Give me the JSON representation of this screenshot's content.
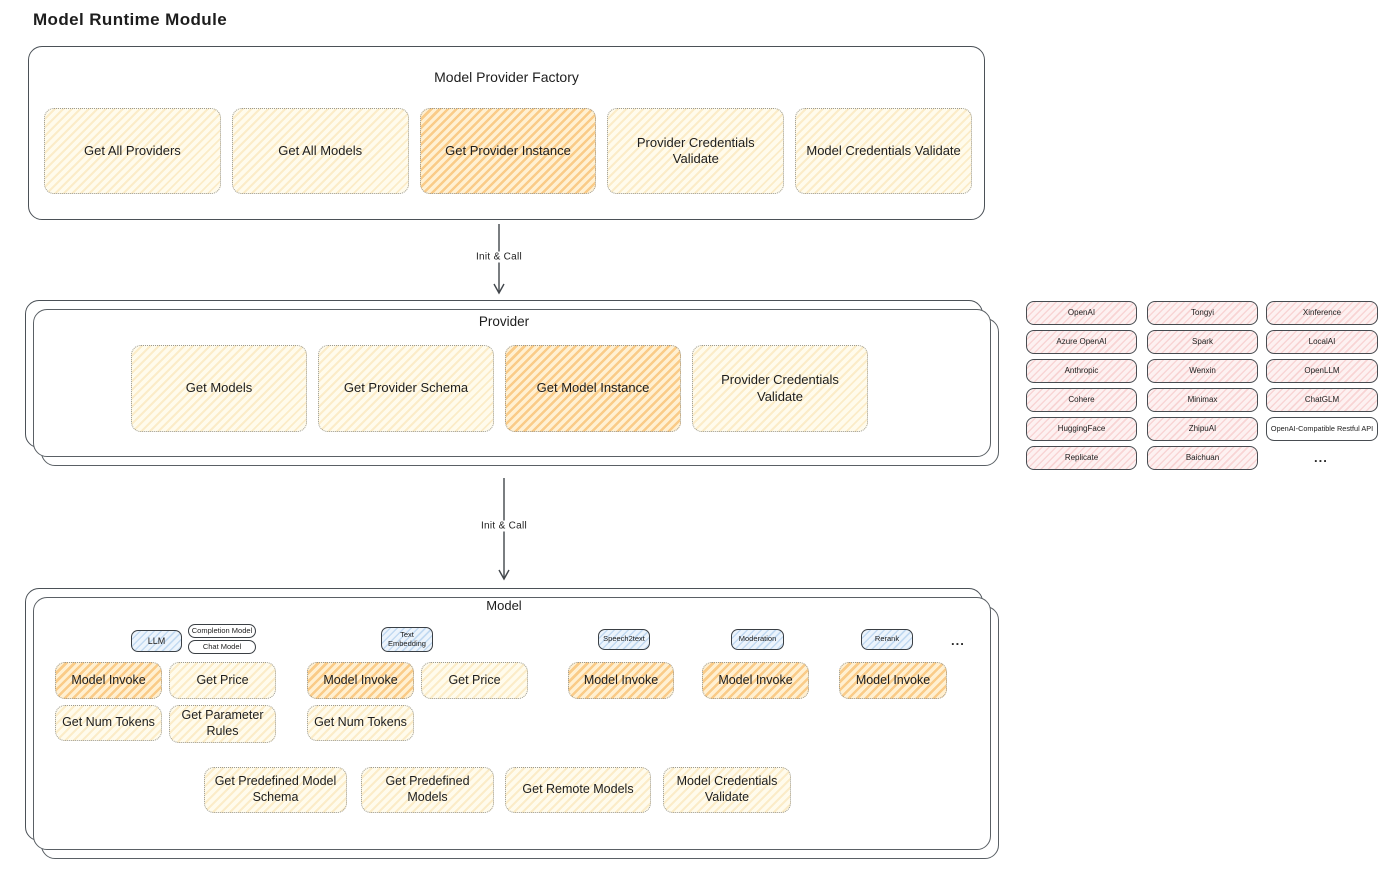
{
  "page": {
    "title": "Model Runtime Module"
  },
  "factory": {
    "title": "Model Provider Factory",
    "buttons": [
      {
        "label": "Get All Providers",
        "highlight": false
      },
      {
        "label": "Get All Models",
        "highlight": false
      },
      {
        "label": "Get Provider Instance",
        "highlight": true
      },
      {
        "label": "Provider Credentials Validate",
        "highlight": false
      },
      {
        "label": "Model Credentials Validate",
        "highlight": false
      }
    ]
  },
  "arrows": {
    "first": "Init & Call",
    "second": "Init & Call"
  },
  "provider": {
    "title": "Provider",
    "buttons": [
      {
        "label": "Get Models",
        "highlight": false
      },
      {
        "label": "Get Provider Schema",
        "highlight": false
      },
      {
        "label": "Get Model Instance",
        "highlight": true
      },
      {
        "label": "Provider Credentials Validate",
        "highlight": false
      }
    ]
  },
  "providers_grid": {
    "columns": [
      [
        "OpenAI",
        "Azure OpenAI",
        "Anthropic",
        "Cohere",
        "HuggingFace",
        "Replicate"
      ],
      [
        "Tongyi",
        "Spark",
        "Wenxin",
        "Minimax",
        "ZhipuAI",
        "Baichuan"
      ],
      [
        "Xinference",
        "LocalAI",
        "OpenLLM",
        "ChatGLM",
        "OpenAI-Compatible Restful API"
      ]
    ],
    "more": "..."
  },
  "model": {
    "title": "Model",
    "more": "...",
    "groups": [
      {
        "tag": "LLM",
        "subtags": [
          "Completion Model",
          "Chat Model"
        ],
        "buttons": [
          {
            "label": "Model Invoke",
            "highlight": true
          },
          {
            "label": "Get Price",
            "highlight": false
          },
          {
            "label": "Get Num Tokens",
            "highlight": false
          },
          {
            "label": "Get Parameter Rules",
            "highlight": false
          }
        ]
      },
      {
        "tag": "Text Embedding",
        "subtags": [],
        "buttons": [
          {
            "label": "Model Invoke",
            "highlight": true
          },
          {
            "label": "Get Price",
            "highlight": false
          },
          {
            "label": "Get Num Tokens",
            "highlight": false
          }
        ]
      },
      {
        "tag": "Speech2text",
        "subtags": [],
        "buttons": [
          {
            "label": "Model Invoke",
            "highlight": true
          }
        ]
      },
      {
        "tag": "Moderation",
        "subtags": [],
        "buttons": [
          {
            "label": "Model Invoke",
            "highlight": true
          }
        ]
      },
      {
        "tag": "Rerank",
        "subtags": [],
        "buttons": [
          {
            "label": "Model Invoke",
            "highlight": true
          }
        ]
      }
    ],
    "bottom_buttons": [
      "Get Predefined Model Schema",
      "Get Predefined Models",
      "Get Remote Models",
      "Model Credentials Validate"
    ]
  },
  "colors": {
    "cream_fill": "#fffbec",
    "highlight_fill": "#ffe3b0",
    "blue_tag_fill": "#ecf4fc",
    "pink_fill": "#fdf1f1",
    "border_dark": "#4b5157",
    "text": "#1d1d1d"
  }
}
